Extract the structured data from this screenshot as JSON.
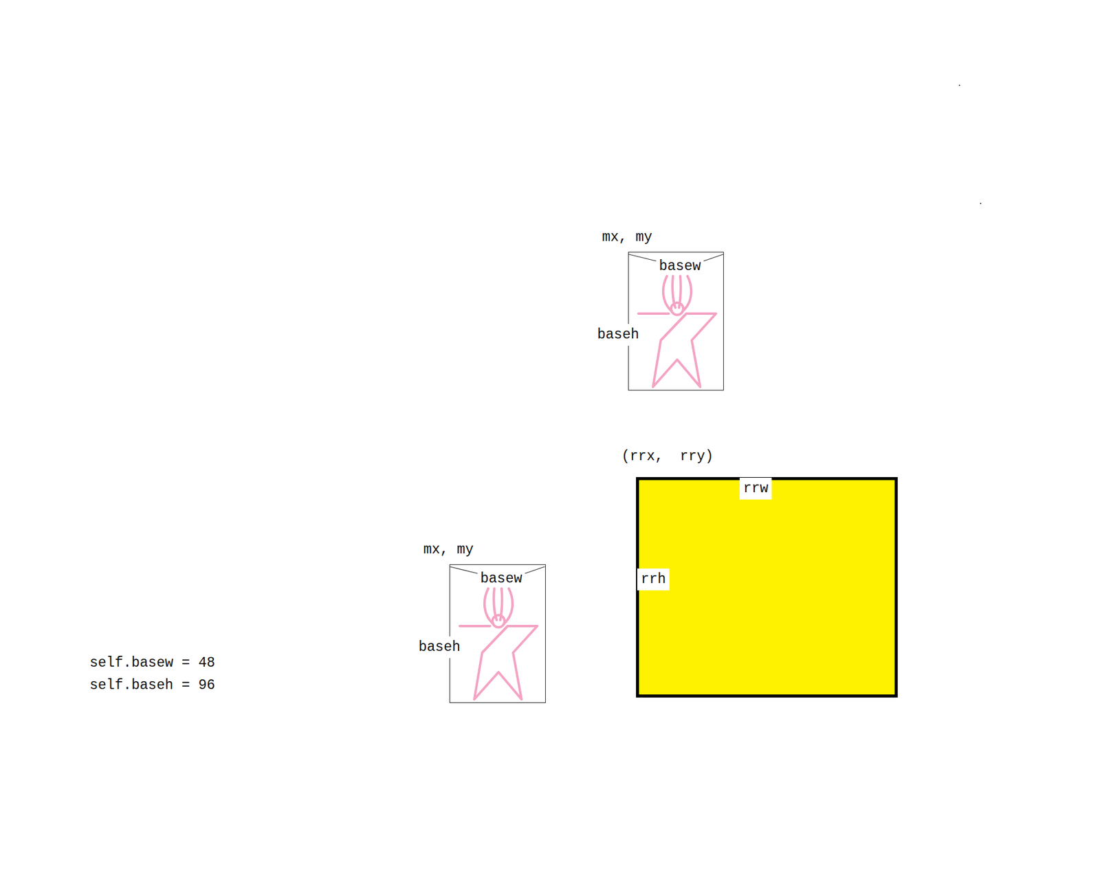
{
  "diagram": {
    "nodes": [
      {
        "text": [
          "mx, my",
          "basew",
          "baseh"
        ]
      },
      {
        "text": [
          "mx, my",
          "basew",
          "baseh"
        ]
      },
      {
        "text": [
          "(rrx,  rry)",
          "rrw",
          "rrh"
        ]
      }
    ],
    "labels": [
      "self.basew = 48",
      "self.baseh = 96"
    ]
  }
}
